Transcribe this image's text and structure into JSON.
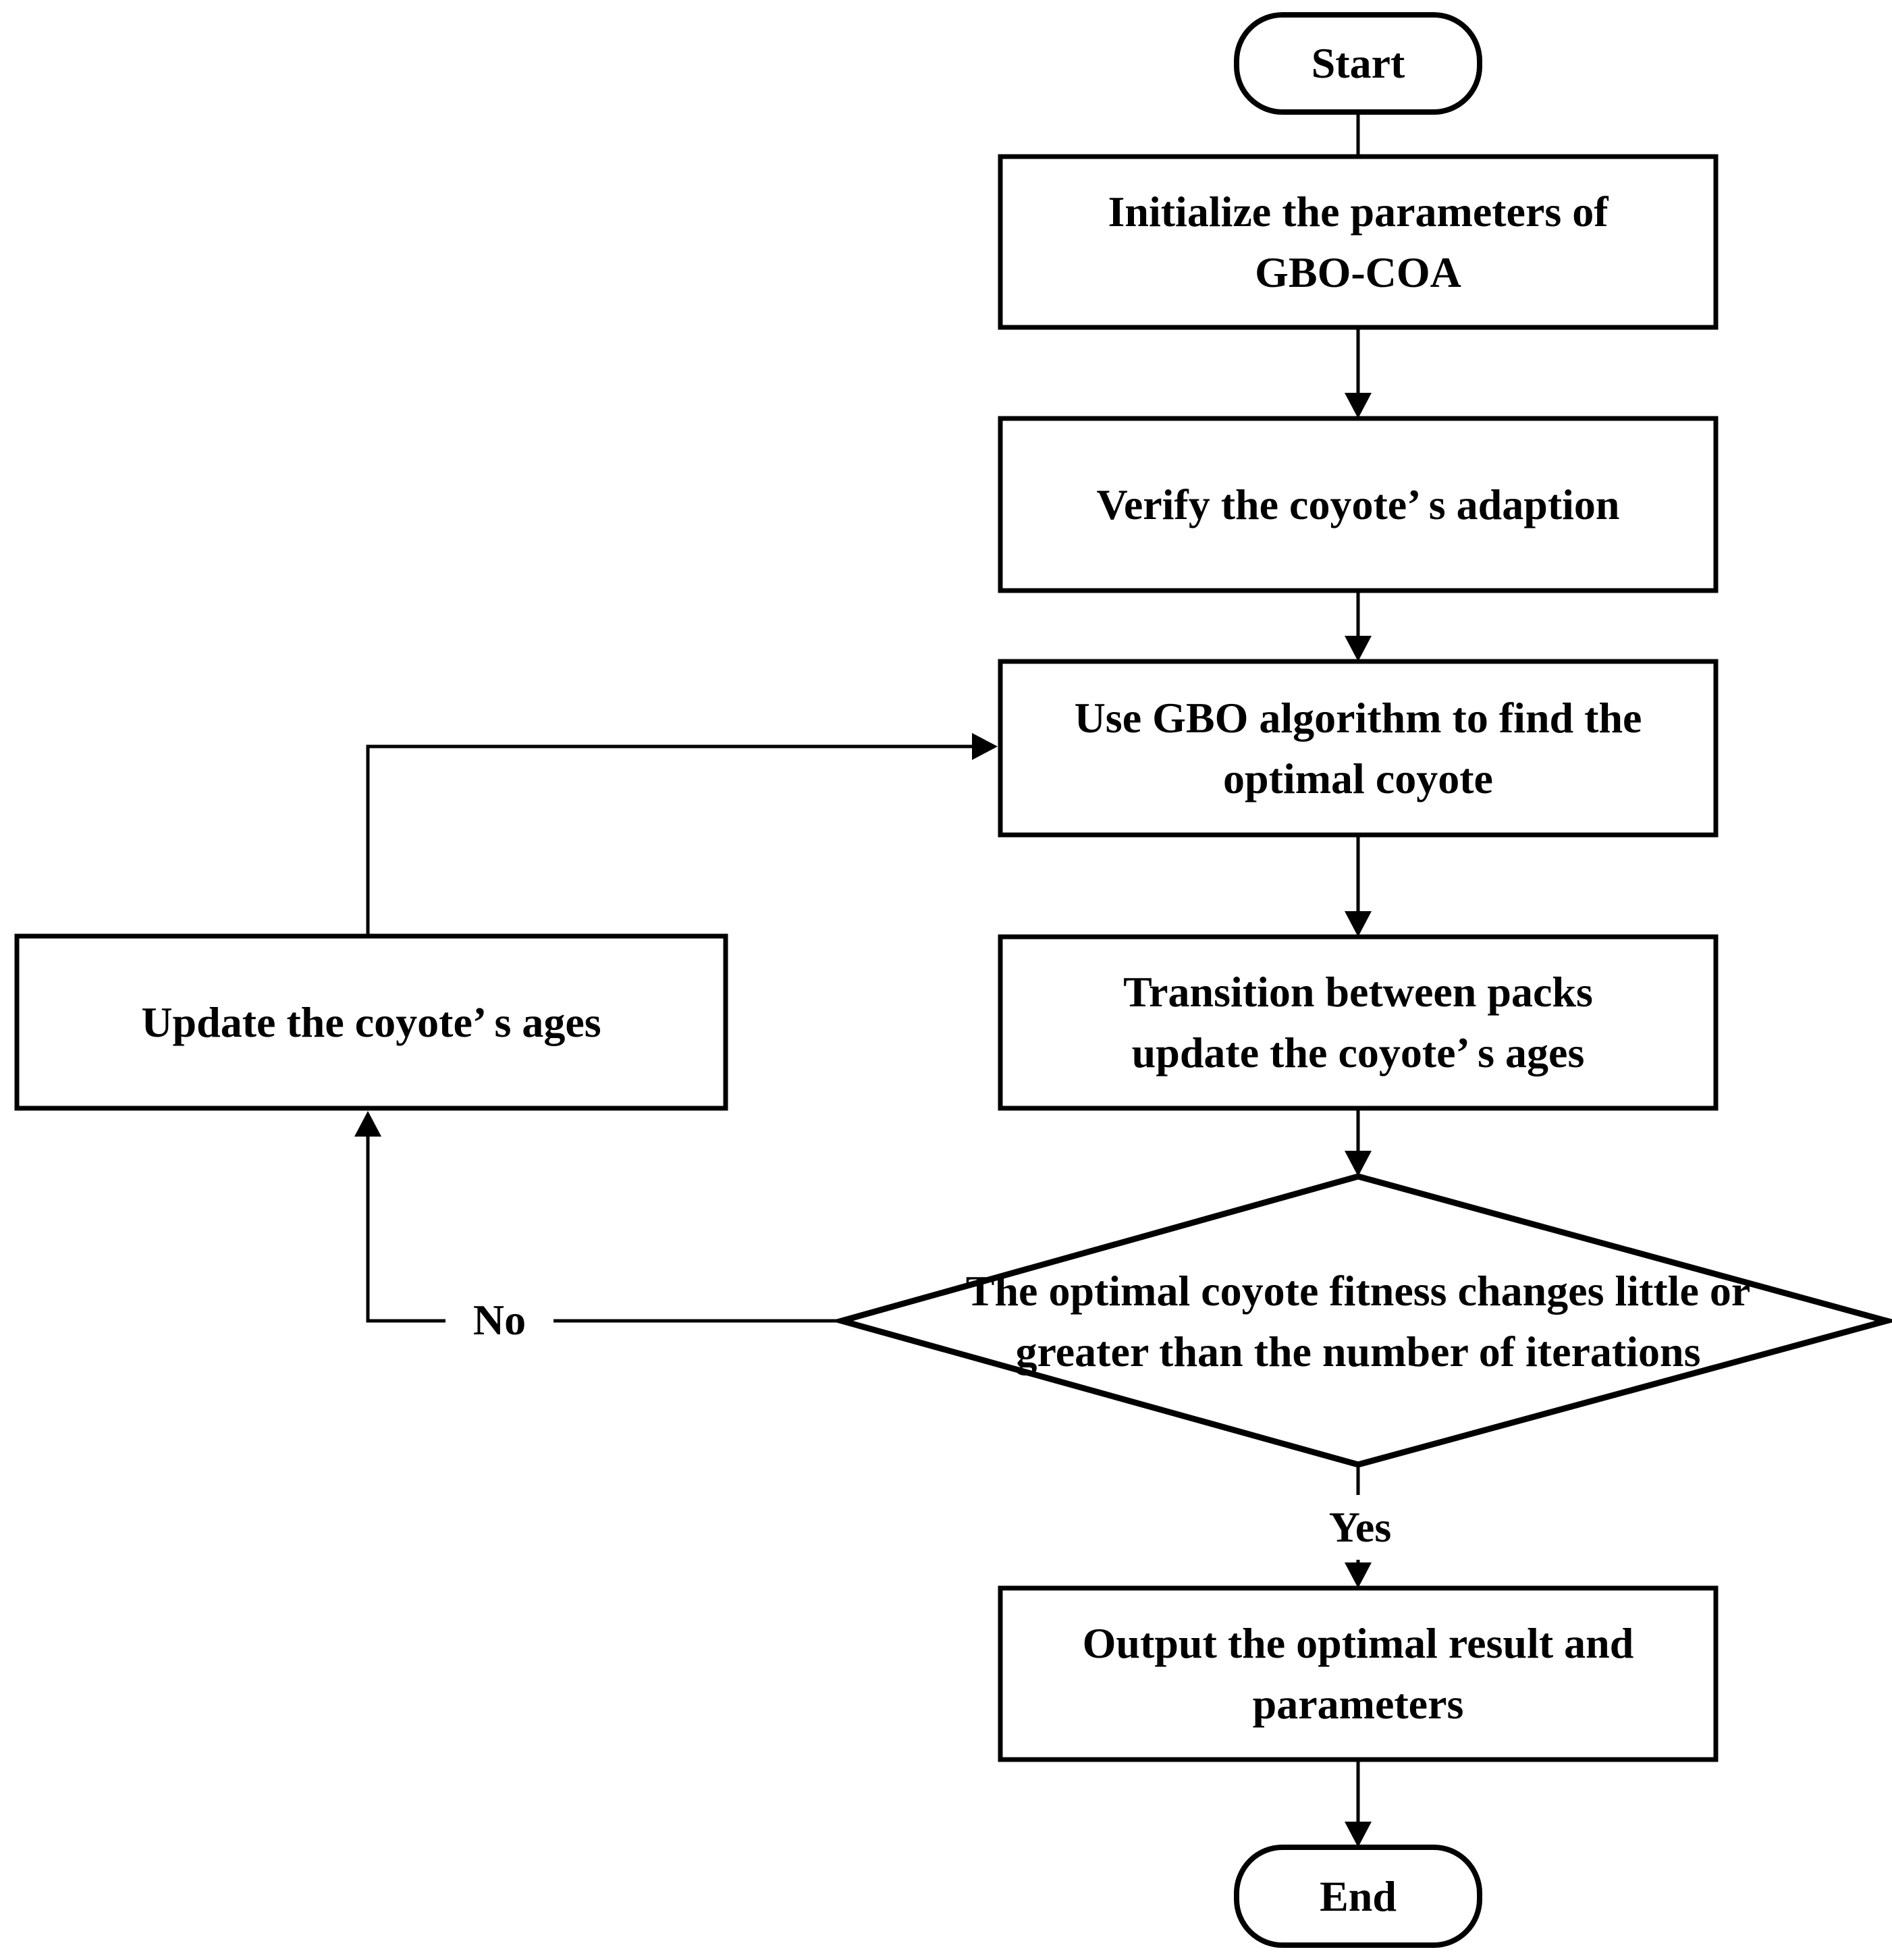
{
  "diagram": {
    "colors": {
      "stroke": "#000000",
      "fill": "#ffffff",
      "text": "#000000"
    },
    "nodes": {
      "start": {
        "label": "Start"
      },
      "initialize": {
        "label": "Initialize the parameters of\nGBO-COA"
      },
      "verify": {
        "label": "Verify the coyote’ s adaption"
      },
      "use_gbo": {
        "label": "Use GBO algorithm to find the\noptimal coyote"
      },
      "transition": {
        "label": "Transition between packs\nupdate the coyote’ s ages"
      },
      "decision": {
        "label": "The optimal coyote fitness changes little or\ngreater than the number of iterations"
      },
      "update_ages": {
        "label": "Update the coyote’ s ages"
      },
      "output": {
        "label": "Output the optimal result and\nparameters"
      },
      "end": {
        "label": "End"
      }
    },
    "edge_labels": {
      "yes": "Yes",
      "no": "No"
    }
  }
}
